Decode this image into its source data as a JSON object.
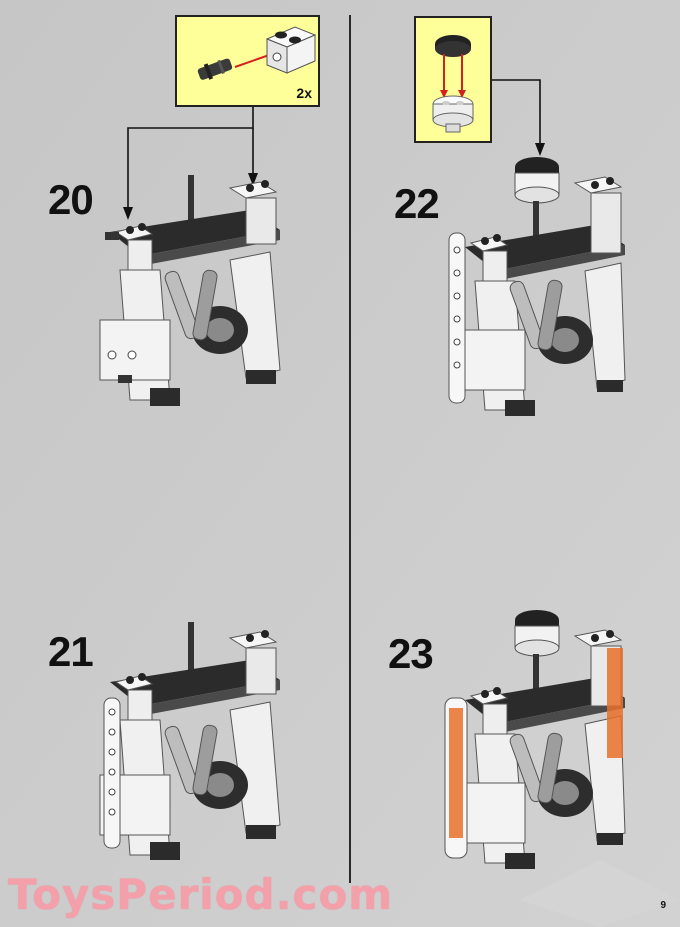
{
  "steps": [
    {
      "number": "20"
    },
    {
      "number": "21"
    },
    {
      "number": "22"
    },
    {
      "number": "23"
    }
  ],
  "callout_step20": {
    "quantity": "2x"
  },
  "watermark": "ToysPeriod.com",
  "page_number": "9",
  "colors": {
    "background": "#cbcbcb",
    "callout": "#ffff99",
    "brick_dark": "#2a2a2a",
    "brick_white": "#f4f4f4",
    "arrow_red": "#d42020",
    "decal_orange": "#e8702a",
    "watermark": "#f3a0aa"
  }
}
